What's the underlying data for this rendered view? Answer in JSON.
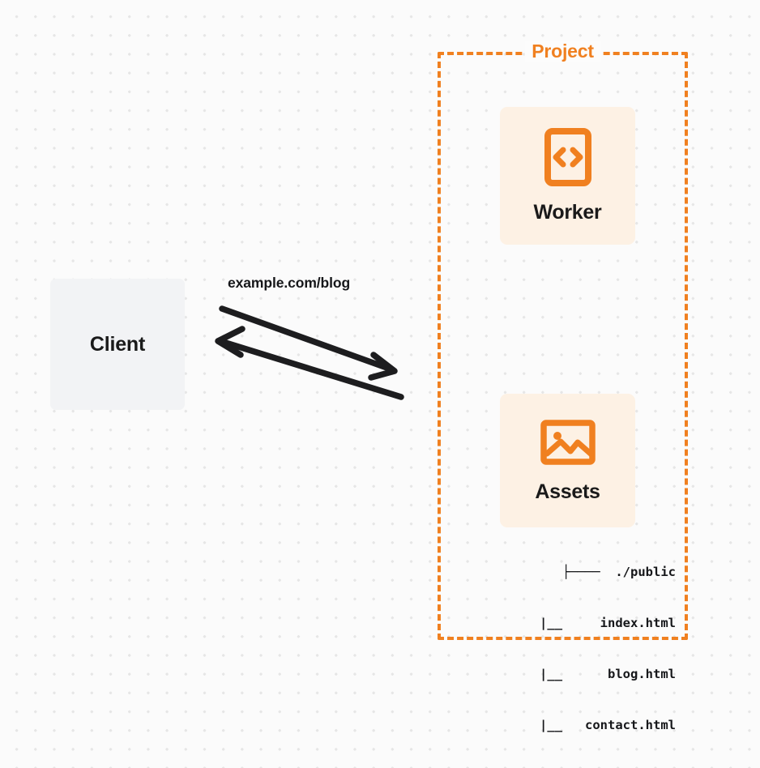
{
  "diagram": {
    "title_label": "Project",
    "background": {
      "dot_color": "#e6e6e6",
      "page_color": "#fbfbfb"
    },
    "accent_color": "#f08020",
    "card_bg_color": "#fdf1e4",
    "client_bg_color": "#f2f3f5"
  },
  "client": {
    "label": "Client"
  },
  "connection": {
    "url_label": "example.com/blog",
    "request_direction": "client-to-project",
    "response_direction": "project-to-client"
  },
  "project": {
    "label": "Project",
    "nodes": [
      {
        "id": "worker",
        "label": "Worker",
        "icon": "code-file-icon"
      },
      {
        "id": "assets",
        "label": "Assets",
        "icon": "image-icon"
      }
    ]
  },
  "file_tree": {
    "lines": [
      "├────  ./public",
      "   |__     index.html",
      "   |__      blog.html",
      "   |__   contact.html"
    ],
    "root": "./public",
    "files": [
      "index.html",
      "blog.html",
      "contact.html"
    ]
  }
}
